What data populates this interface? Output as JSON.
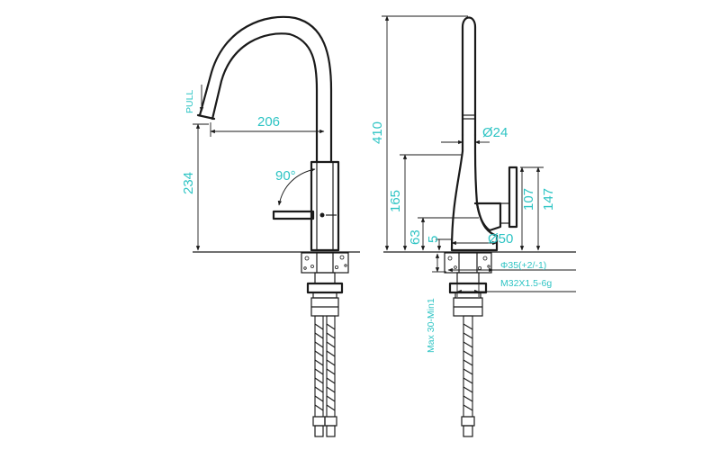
{
  "colors": {
    "line": "#1a1a1a",
    "dimension_text": "#2ec4c4",
    "background": "#ffffff"
  },
  "left_view": {
    "pull_label": "PULL",
    "reach": "206",
    "height": "234",
    "angle": "90°"
  },
  "right_view": {
    "total_height": "410",
    "spout_diameter": "Ø24",
    "body_height": "165",
    "handle_height_1": "107",
    "handle_height_2": "147",
    "base_height": "63",
    "base_offset": "5",
    "base_diameter": "Ø50",
    "hole_diameter": "Φ35(+2/-1)",
    "thread": "M32X1.5-6g",
    "max_thickness": "Max 30-Min1"
  }
}
